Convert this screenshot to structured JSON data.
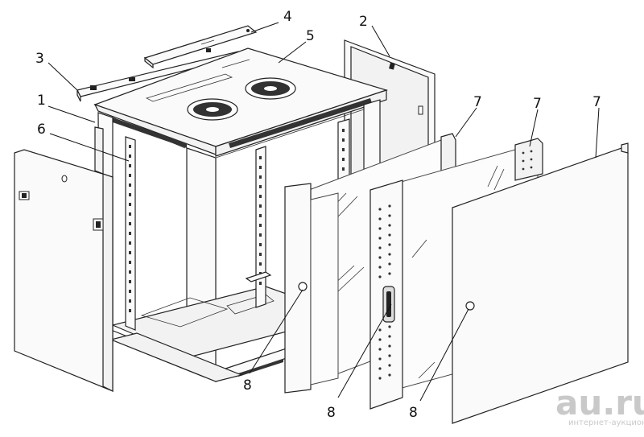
{
  "callouts": [
    "1",
    "2",
    "3",
    "4",
    "5",
    "6",
    "7",
    "7",
    "7",
    "8",
    "8",
    "8"
  ],
  "watermark": {
    "main": "au.ru",
    "sub": "интернет-аукцион"
  }
}
